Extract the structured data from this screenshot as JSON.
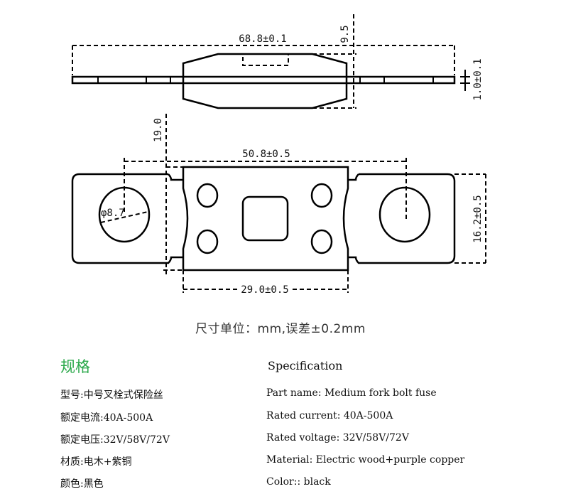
{
  "drawing": {
    "dims": {
      "overall_length": "68.8±0.1",
      "height": "9.5",
      "thickness": "1.0±0.1",
      "body_height": "19.0",
      "hole_spacing": "50.8±0.5",
      "tab_width": "16.2±0.5",
      "body_width": "29.0±0.5",
      "hole_diameter": "φ8.7"
    },
    "caption": "尺寸单位：mm,误差±0.2mm"
  },
  "spec": {
    "heading_cn": "规格",
    "heading_en": "Specification",
    "rows_cn": [
      "型号:中号叉栓式保险丝",
      "额定电流:40A-500A",
      "额定电压:32V/58V/72V",
      "材质:电木+紫铜",
      "颜色:黑色"
    ],
    "rows_en": [
      "Part name: Medium fork bolt fuse",
      "Rated current: 40A-500A",
      "Rated voltage: 32V/58V/72V",
      "Material: Electric wood+purple copper",
      "Color:: black"
    ]
  },
  "colors": {
    "heading_green": "#2aa84a"
  }
}
